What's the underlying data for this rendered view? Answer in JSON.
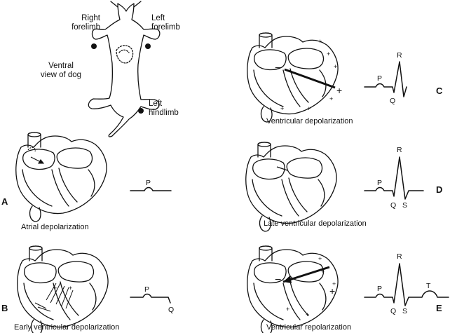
{
  "dog": {
    "right_forelimb": [
      "Right",
      "forelimb"
    ],
    "left_forelimb": [
      "Left",
      "forelimb"
    ],
    "ventral_view": [
      "Ventral",
      "view of dog"
    ],
    "left_hindlimb": [
      "Left",
      "hindlimb"
    ]
  },
  "panels": [
    {
      "letter": "A",
      "caption": "Atrial depolarization",
      "waves": [
        "P"
      ]
    },
    {
      "letter": "B",
      "caption": "Early ventricular depolarization",
      "waves": [
        "P",
        "Q"
      ]
    },
    {
      "letter": "C",
      "caption": "Ventricular depolarization",
      "waves": [
        "P",
        "R",
        "Q"
      ]
    },
    {
      "letter": "D",
      "caption": "Late ventricular depolarization",
      "waves": [
        "P",
        "R",
        "Q",
        "S"
      ]
    },
    {
      "letter": "E",
      "caption": "Ventricular repolarization",
      "waves": [
        "P",
        "R",
        "Q",
        "S",
        "T"
      ]
    }
  ],
  "colors": {
    "ink": "#111111",
    "background": "#ffffff"
  }
}
